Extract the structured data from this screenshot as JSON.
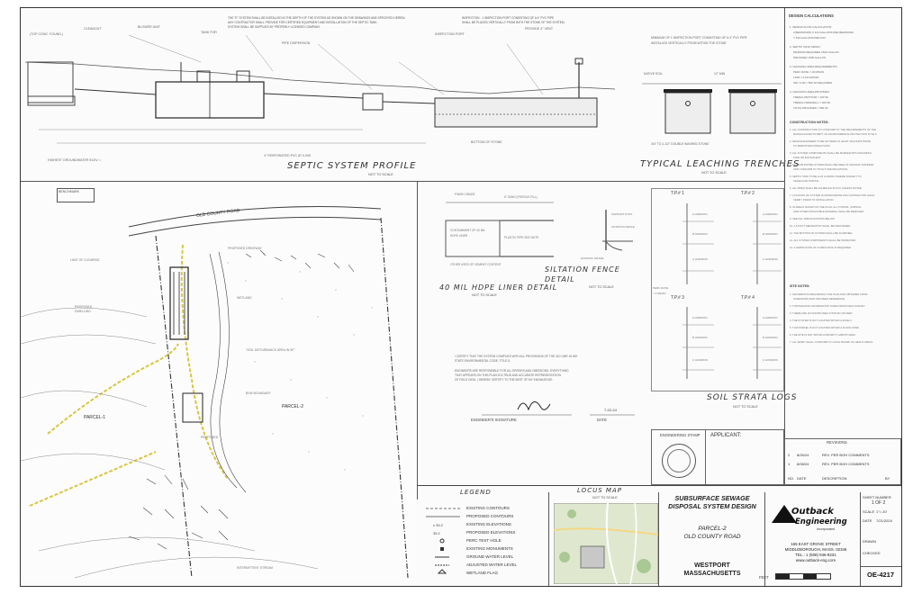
{
  "sheet": {
    "profile_title": "SEPTIC SYSTEM PROFILE",
    "profile_scale": "NOT TO SCALE",
    "trenches_title": "TYPICAL LEACHING TRENCHES",
    "trenches_scale": "NOT TO SCALE",
    "liner_title": "40 MIL HDPE LINER DETAIL",
    "liner_scale": "NOT TO SCALE",
    "silt_title": "SILTATION FENCE DETAIL",
    "silt_scale": "NOT TO SCALE",
    "soil_title": "SOIL STRATA LOGS",
    "soil_scale": "NOT TO SCALE",
    "legend_title": "LEGEND",
    "locus_title": "LOCUS MAP",
    "locus_scale": "NOT TO SCALE",
    "applicant_label": "APPLICANT:",
    "engineer_stamp_label": "ENGINEERING STAMP",
    "road_name": "OLD COUNTY ROAD",
    "parcel1": "PARCEL-1",
    "parcel2": "PARCEL-2",
    "benchmark": "BENCHMARK",
    "design_calc_title": "DESIGN CALCULATIONS",
    "construction_notes_title": "CONSTRUCTION NOTES:",
    "site_notes_title": "SITE NOTES:",
    "engineer_signature_label": "ENGINEER'S SIGNATURE",
    "date_label": "DATE",
    "signature_date": "7-22-24"
  },
  "soil_logs": [
    "T.P.# 1",
    "T.P.# 2",
    "T.P.# 3",
    "T.P.# 4"
  ],
  "legend": [
    "EXISTING CONTOURS",
    "PROPOSED CONTOURS",
    "EXISTING ELEVATIONS",
    "PROPOSED ELEVATIONS",
    "PERC TEST HOLE",
    "EXISTING MONUMENTS",
    "GROUND WATER LEVEL",
    "ADJUSTED WATER LEVEL",
    "WETLAND FLAG"
  ],
  "title_block": {
    "system_title": "SUBSURFACE SEWAGE DISPOSAL SYSTEM DESIGN",
    "parcel": "PARCEL-2",
    "road": "OLD COUNTY ROAD",
    "town": "WESTPORT",
    "state": "MASSACHUSETTS",
    "company_line1": "Outback",
    "company_line2": "Engineering",
    "company_line3": "Incorporated",
    "address1": "165 EAST GROVE STREET",
    "address2": "MIDDLEBOROUGH, MASS. 02346",
    "phone": "TEL.: 1 (508) 946-9231",
    "web": "www.outback-eng.com",
    "drawing_number": "OE-4217",
    "sheet_label": "SHEET NUMBER",
    "sheet_value": "1 OF 2",
    "scale_label": "SCALE",
    "scale_value": "1\"= 20'",
    "date_label": "DATE",
    "date_value": "7/21/2024",
    "drawn_label": "DRAWN",
    "checked_label": "CHECKED",
    "feet_label": "FEET",
    "revisions_title": "REVISIONS",
    "revisions": [
      {
        "no": "2",
        "date": "8/26/24",
        "desc": "REV. PER BOH COMMENTS"
      },
      {
        "no": "1",
        "date": "8/08/24",
        "desc": "REV. PER BOH COMMENTS"
      }
    ],
    "rev_headers": [
      "NO.",
      "DATE",
      "DESCRIPTION",
      "BY"
    ]
  }
}
